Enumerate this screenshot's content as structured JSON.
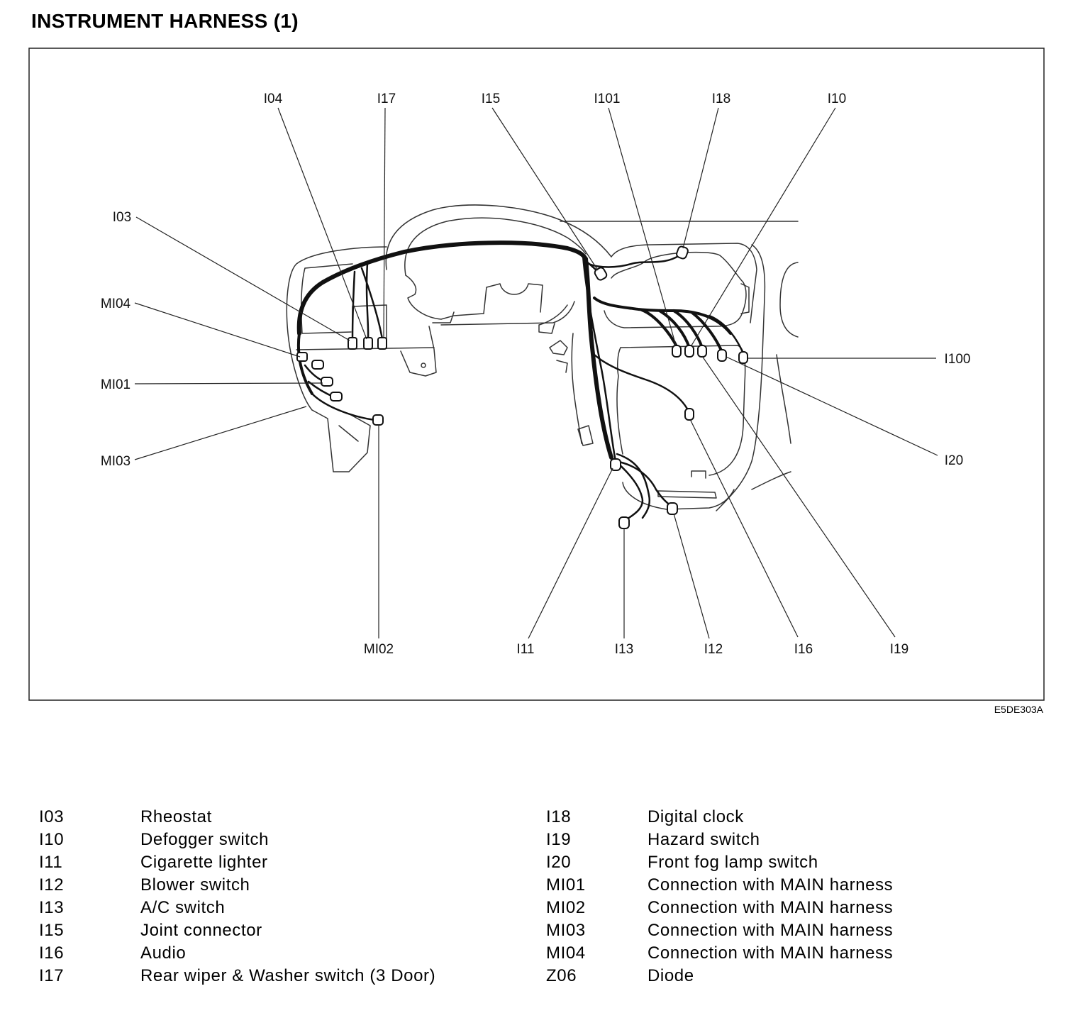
{
  "title": "INSTRUMENT HARNESS (1)",
  "figure_code": "E5DE303A",
  "callouts": {
    "i04": "I04",
    "i17": "I17",
    "i15": "I15",
    "i101": "I101",
    "i18": "I18",
    "i10": "I10",
    "i03": "I03",
    "mi04": "MI04",
    "mi01": "MI01",
    "mi03": "MI03",
    "i100": "I100",
    "i20": "I20",
    "mi02": "MI02",
    "i11": "I11",
    "i13": "I13",
    "i12": "I12",
    "i16": "I16",
    "i19": "I19"
  },
  "legend": {
    "left": [
      {
        "code": "I03",
        "desc": "Rheostat"
      },
      {
        "code": "I10",
        "desc": "Defogger switch"
      },
      {
        "code": "I11",
        "desc": "Cigarette lighter"
      },
      {
        "code": "I12",
        "desc": "Blower switch"
      },
      {
        "code": "I13",
        "desc": "A/C switch"
      },
      {
        "code": "I15",
        "desc": "Joint connector"
      },
      {
        "code": "I16",
        "desc": "Audio"
      },
      {
        "code": "I17",
        "desc": "Rear wiper & Washer switch (3 Door)"
      }
    ],
    "right": [
      {
        "code": "I18",
        "desc": "Digital clock"
      },
      {
        "code": "I19",
        "desc": "Hazard switch"
      },
      {
        "code": "I20",
        "desc": "Front fog lamp switch"
      },
      {
        "code": "MI01",
        "desc": "Connection with MAIN harness"
      },
      {
        "code": "MI02",
        "desc": "Connection with MAIN harness"
      },
      {
        "code": "MI03",
        "desc": "Connection with MAIN harness"
      },
      {
        "code": "MI04",
        "desc": "Connection with MAIN harness"
      },
      {
        "code": "Z06",
        "desc": "Diode"
      }
    ]
  }
}
